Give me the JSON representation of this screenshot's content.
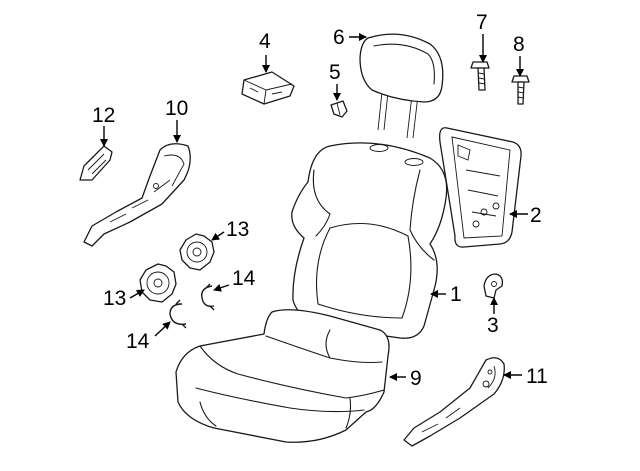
{
  "callouts": {
    "c1": "1",
    "c2": "2",
    "c3": "3",
    "c4": "4",
    "c5": "5",
    "c6": "6",
    "c7": "7",
    "c8": "8",
    "c9": "9",
    "c10": "10",
    "c11": "11",
    "c12": "12",
    "c13a": "13",
    "c13b": "13",
    "c14a": "14",
    "c14b": "14"
  }
}
